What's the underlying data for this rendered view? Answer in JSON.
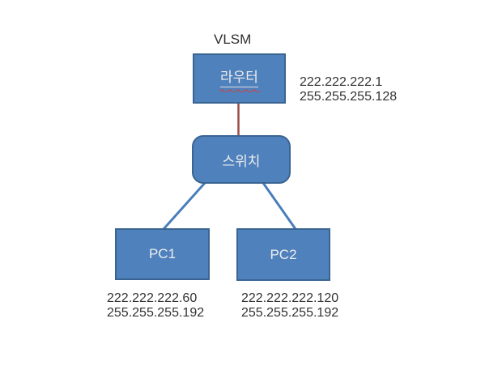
{
  "title": "VLSM",
  "colors": {
    "background": "#FFFFFF",
    "shape_fill": "#4F81BD",
    "shape_border": "#3A6491",
    "shape_text": "#EDEDED",
    "connector_router_switch": "#9E4B4B",
    "connector_switch_pc": "#4A7EBB",
    "annotation_text": "#333333",
    "spellcheck_squiggle": "#C24A4A"
  },
  "nodes": {
    "router": {
      "label": "라우터"
    },
    "switch": {
      "label": "스위치"
    },
    "pc1": {
      "label": "PC1"
    },
    "pc2": {
      "label": "PC2"
    }
  },
  "edges": [
    {
      "from": "router",
      "to": "switch",
      "color": "#9E4B4B"
    },
    {
      "from": "switch",
      "to": "pc1",
      "color": "#4A7EBB"
    },
    {
      "from": "switch",
      "to": "pc2",
      "color": "#4A7EBB"
    }
  ],
  "annotations": {
    "router_ip": {
      "line1": "222.222.222.1",
      "line2": "255.255.255.128"
    },
    "pc1_ip": {
      "line1": "222.222.222.60",
      "line2": "255.255.255.192"
    },
    "pc2_ip": {
      "line1": "222.222.222.120",
      "line2": "255.255.255.192"
    }
  }
}
